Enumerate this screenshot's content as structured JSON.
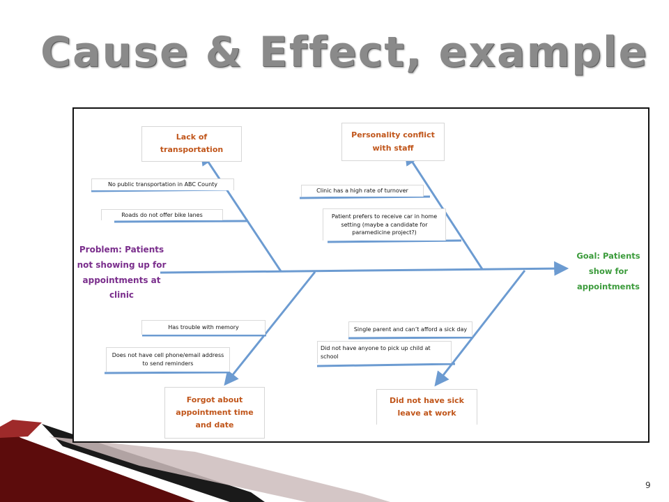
{
  "slide": {
    "title": "Cause & Effect, example",
    "page_number": "9"
  },
  "diagram": {
    "problem": "Problem: Patients not showing up for appointments at clinic",
    "goal": "Goal: Patients show for appointments",
    "categories": {
      "transportation": "Lack of transportation",
      "personality": "Personality conflict with staff",
      "forgot": "Forgot about appointment time and date",
      "sick_leave": "Did not have sick leave at work"
    },
    "causes": {
      "no_public_transport": "No public transportation in ABC County",
      "no_bike_lanes": "Roads do not offer bike lanes",
      "turnover": "Clinic has a high rate of turnover",
      "home_care": "Patient prefers to receive car in home setting (maybe a candidate for paramedicine project?)",
      "memory": "Has trouble with memory",
      "no_phone": "Does not have cell phone/email address to send reminders",
      "single_parent": "Single parent and can’t afford a sick day",
      "no_childcare": "Did not have anyone to pick up child at school"
    },
    "colors": {
      "arrow": "#6c9bd1",
      "category_text": "#c0551a",
      "problem_text": "#7a2e8c",
      "goal_text": "#3b9b3b",
      "title_text": "#8a8a8a",
      "ribbon_dark": "#6b1010",
      "ribbon_light": "#c9b9b9"
    }
  }
}
